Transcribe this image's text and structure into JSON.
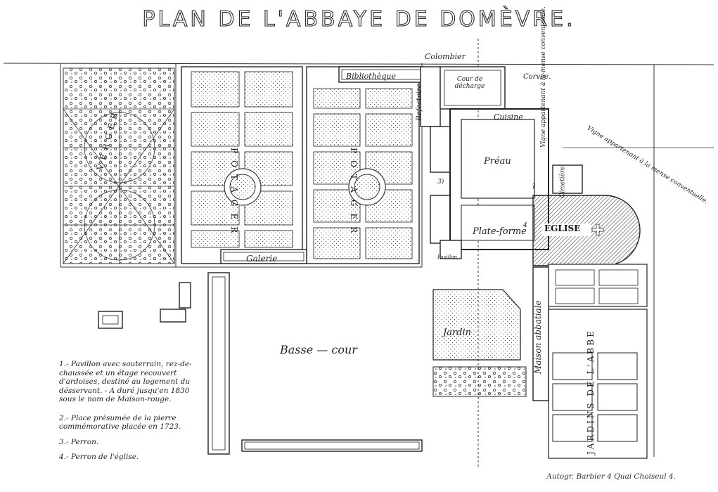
{
  "title": "PLAN DE L'ABBAYE DE DOMÈVRE.",
  "labels": {
    "colombier": "Colombier",
    "bibliotheque": "Bibliothèque",
    "refectoire": "Refectoire",
    "cour_decharge": "Cour de décharge",
    "corvee": "Corvée.",
    "vigne_1": "Vigne appartenant à la mense conventuelle.",
    "vigne_2": "Vigne appartenant à la mense conventuelle.",
    "cuisine": "Cuisine",
    "preau": "Préau",
    "cimetiere": "Cimetière",
    "eglise": "EGLISE",
    "plate_forme": "Plate-forme",
    "pavillon": "Pavillon",
    "potager": "POTAGER",
    "verger": "VERGER",
    "galerie": "Galerie",
    "basse_cour": "Basse — cour",
    "jardin": "Jardin",
    "maison_abbatiale": "Maison abbatiale",
    "jardins_abbe": "JARDINS DE L'ABBE",
    "num_1": "1",
    "num_3": "3)",
    "num_4": "4"
  },
  "legend": [
    "1.- Pavillon avec souterrain, rez-de-chaussée et un étage recouvert d'ardoises, destiné au logement du désservant. - A duré jusqu'en 1830 sous le nom de Maison-rouge.",
    "2.- Place présumée de la pierre commémorative placée en 1723.",
    "3.- Perron.",
    "4.- Perron de l'église."
  ],
  "credit": "Autogr. Barbier 4 Quai Choiseul 4.",
  "colors": {
    "ink": "#222222",
    "hatch": "#555555"
  }
}
